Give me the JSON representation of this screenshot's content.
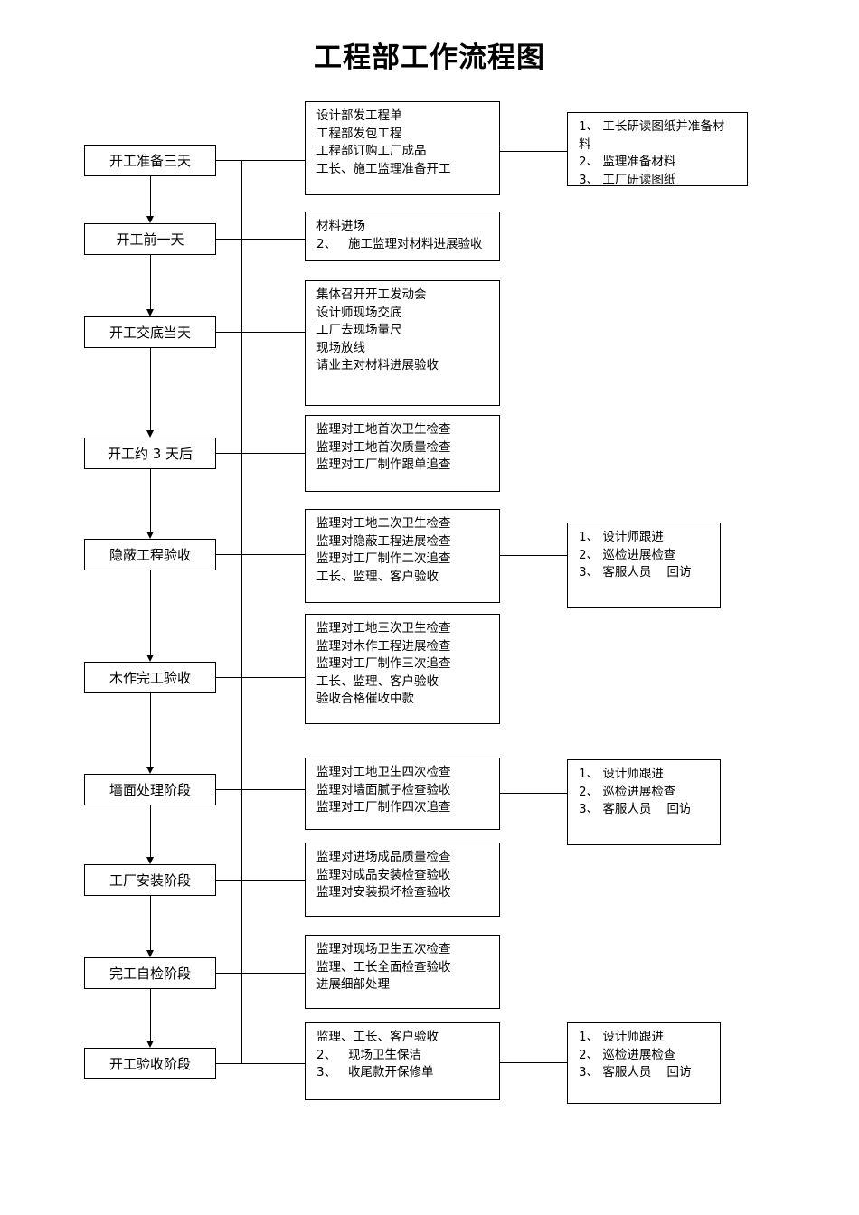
{
  "title": "工程部工作流程图",
  "stages": [
    {
      "id": "stage-1",
      "label": "开工准备三天"
    },
    {
      "id": "stage-2",
      "label": "开工前一天"
    },
    {
      "id": "stage-3",
      "label": "开工交底当天"
    },
    {
      "id": "stage-4",
      "label": "开工约 3 天后"
    },
    {
      "id": "stage-5",
      "label": "隐蔽工程验收"
    },
    {
      "id": "stage-6",
      "label": "木作完工验收"
    },
    {
      "id": "stage-7",
      "label": "墙面处理阶段"
    },
    {
      "id": "stage-8",
      "label": "工厂安装阶段"
    },
    {
      "id": "stage-9",
      "label": "完工自检阶段"
    },
    {
      "id": "stage-10",
      "label": "开工验收阶段"
    }
  ],
  "tasks": [
    {
      "id": "task-1",
      "line1": "设计部发工程单",
      "line2": "工程部发包工程",
      "line3": "工程部订购工厂成品",
      "line4": "工长、施工监理准备开工",
      "line5": "",
      "line6": ""
    },
    {
      "id": "task-2",
      "line1": "材料进场",
      "line2": "2、   施工监理对材料进展验收",
      "line3": "",
      "line4": "",
      "line5": "",
      "line6": ""
    },
    {
      "id": "task-3",
      "line1": "集体召开开工发动会",
      "line2": "设计师现场交底",
      "line3": "工厂去现场量尺",
      "line4": "现场放线",
      "line5": "请业主对材料进展验收",
      "line6": ""
    },
    {
      "id": "task-4",
      "line1": "监理对工地首次卫生检查",
      "line2": "监理对工地首次质量检查",
      "line3": "监理对工厂制作跟单追查",
      "line4": "",
      "line5": "",
      "line6": ""
    },
    {
      "id": "task-5",
      "line1": "监理对工地二次卫生检查",
      "line2": "监理对隐蔽工程进展检查",
      "line3": "监理对工厂制作二次追查",
      "line4": "工长、监理、客户验收",
      "line5": "",
      "line6": ""
    },
    {
      "id": "task-6",
      "line1": "监理对工地三次卫生检查",
      "line2": "监理对木作工程进展检查",
      "line3": "监理对工厂制作三次追查",
      "line4": "工长、监理、客户验收",
      "line5": "验收合格催收中款",
      "line6": ""
    },
    {
      "id": "task-7",
      "line1": "监理对工地卫生四次检查",
      "line2": "监理对墙面腻子检查验收",
      "line3": "监理对工厂制作四次追查",
      "line4": "",
      "line5": "",
      "line6": ""
    },
    {
      "id": "task-8",
      "line1": "监理对进场成品质量检查",
      "line2": "监理对成品安装检查验收",
      "line3": "监理对安装损坏检查验收",
      "line4": "",
      "line5": "",
      "line6": ""
    },
    {
      "id": "task-9",
      "line1": "监理对现场卫生五次检查",
      "line2": "监理、工长全面检查验收",
      "line3": "进展细部处理",
      "line4": "",
      "line5": "",
      "line6": ""
    },
    {
      "id": "task-10",
      "line1": "监理、工长、客户验收",
      "line2": "2、   现场卫生保洁",
      "line3": "3、   收尾款开保修单",
      "line4": "",
      "line5": "",
      "line6": ""
    }
  ],
  "followups": [
    {
      "id": "followup-1",
      "line1": "1、 工长研读图纸并准备材",
      "line2": "料",
      "line3": "2、 监理准备材料",
      "line4": "3、 工厂研读图纸"
    },
    {
      "id": "followup-2",
      "line1": "1、 设计师跟进",
      "line2": "2、 巡检进展检查",
      "line3": "3、 客服人员    回访",
      "line4": ""
    },
    {
      "id": "followup-3",
      "line1": "1、 设计师跟进",
      "line2": "2、 巡检进展检查",
      "line3": "3、 客服人员    回访",
      "line4": ""
    },
    {
      "id": "followup-4",
      "line1": "1、 设计师跟进",
      "line2": "2、 巡检进展检查",
      "line3": "3、 客服人员    回访",
      "line4": ""
    }
  ],
  "colors": {
    "stroke": "#000000",
    "background": "#ffffff",
    "text": "#000000"
  }
}
